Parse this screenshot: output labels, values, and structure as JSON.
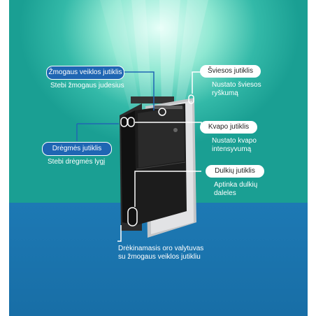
{
  "colors": {
    "teal": "#1aa59a",
    "blue_bg": "#1d79b4",
    "callout_blue": "#1f66b3",
    "callout_white": "#ffffff"
  },
  "callouts": {
    "human_activity": {
      "title": "Žmogaus veiklos jutiklis",
      "desc": "Stebi žmogaus judesius"
    },
    "humidity": {
      "title": "Drėgmės jutiklis",
      "desc": "Stebi drėgmės lygį"
    },
    "light": {
      "title": "Šviesos jutiklis",
      "desc_line1": "Nustato šviesos",
      "desc_line2": "ryškumą"
    },
    "odor": {
      "title": "Kvapo jutiklis",
      "desc_line1": "Nustato kvapo",
      "desc_line2": "intensyvumą"
    },
    "dust": {
      "title": "Dulkių jutiklis",
      "desc_line1": "Aptinka dulkių",
      "desc_line2": "daleles"
    }
  },
  "caption": {
    "line1": "Drėkinamasis oro valytuvas",
    "line2": "su žmogaus veiklos jutikliu"
  }
}
